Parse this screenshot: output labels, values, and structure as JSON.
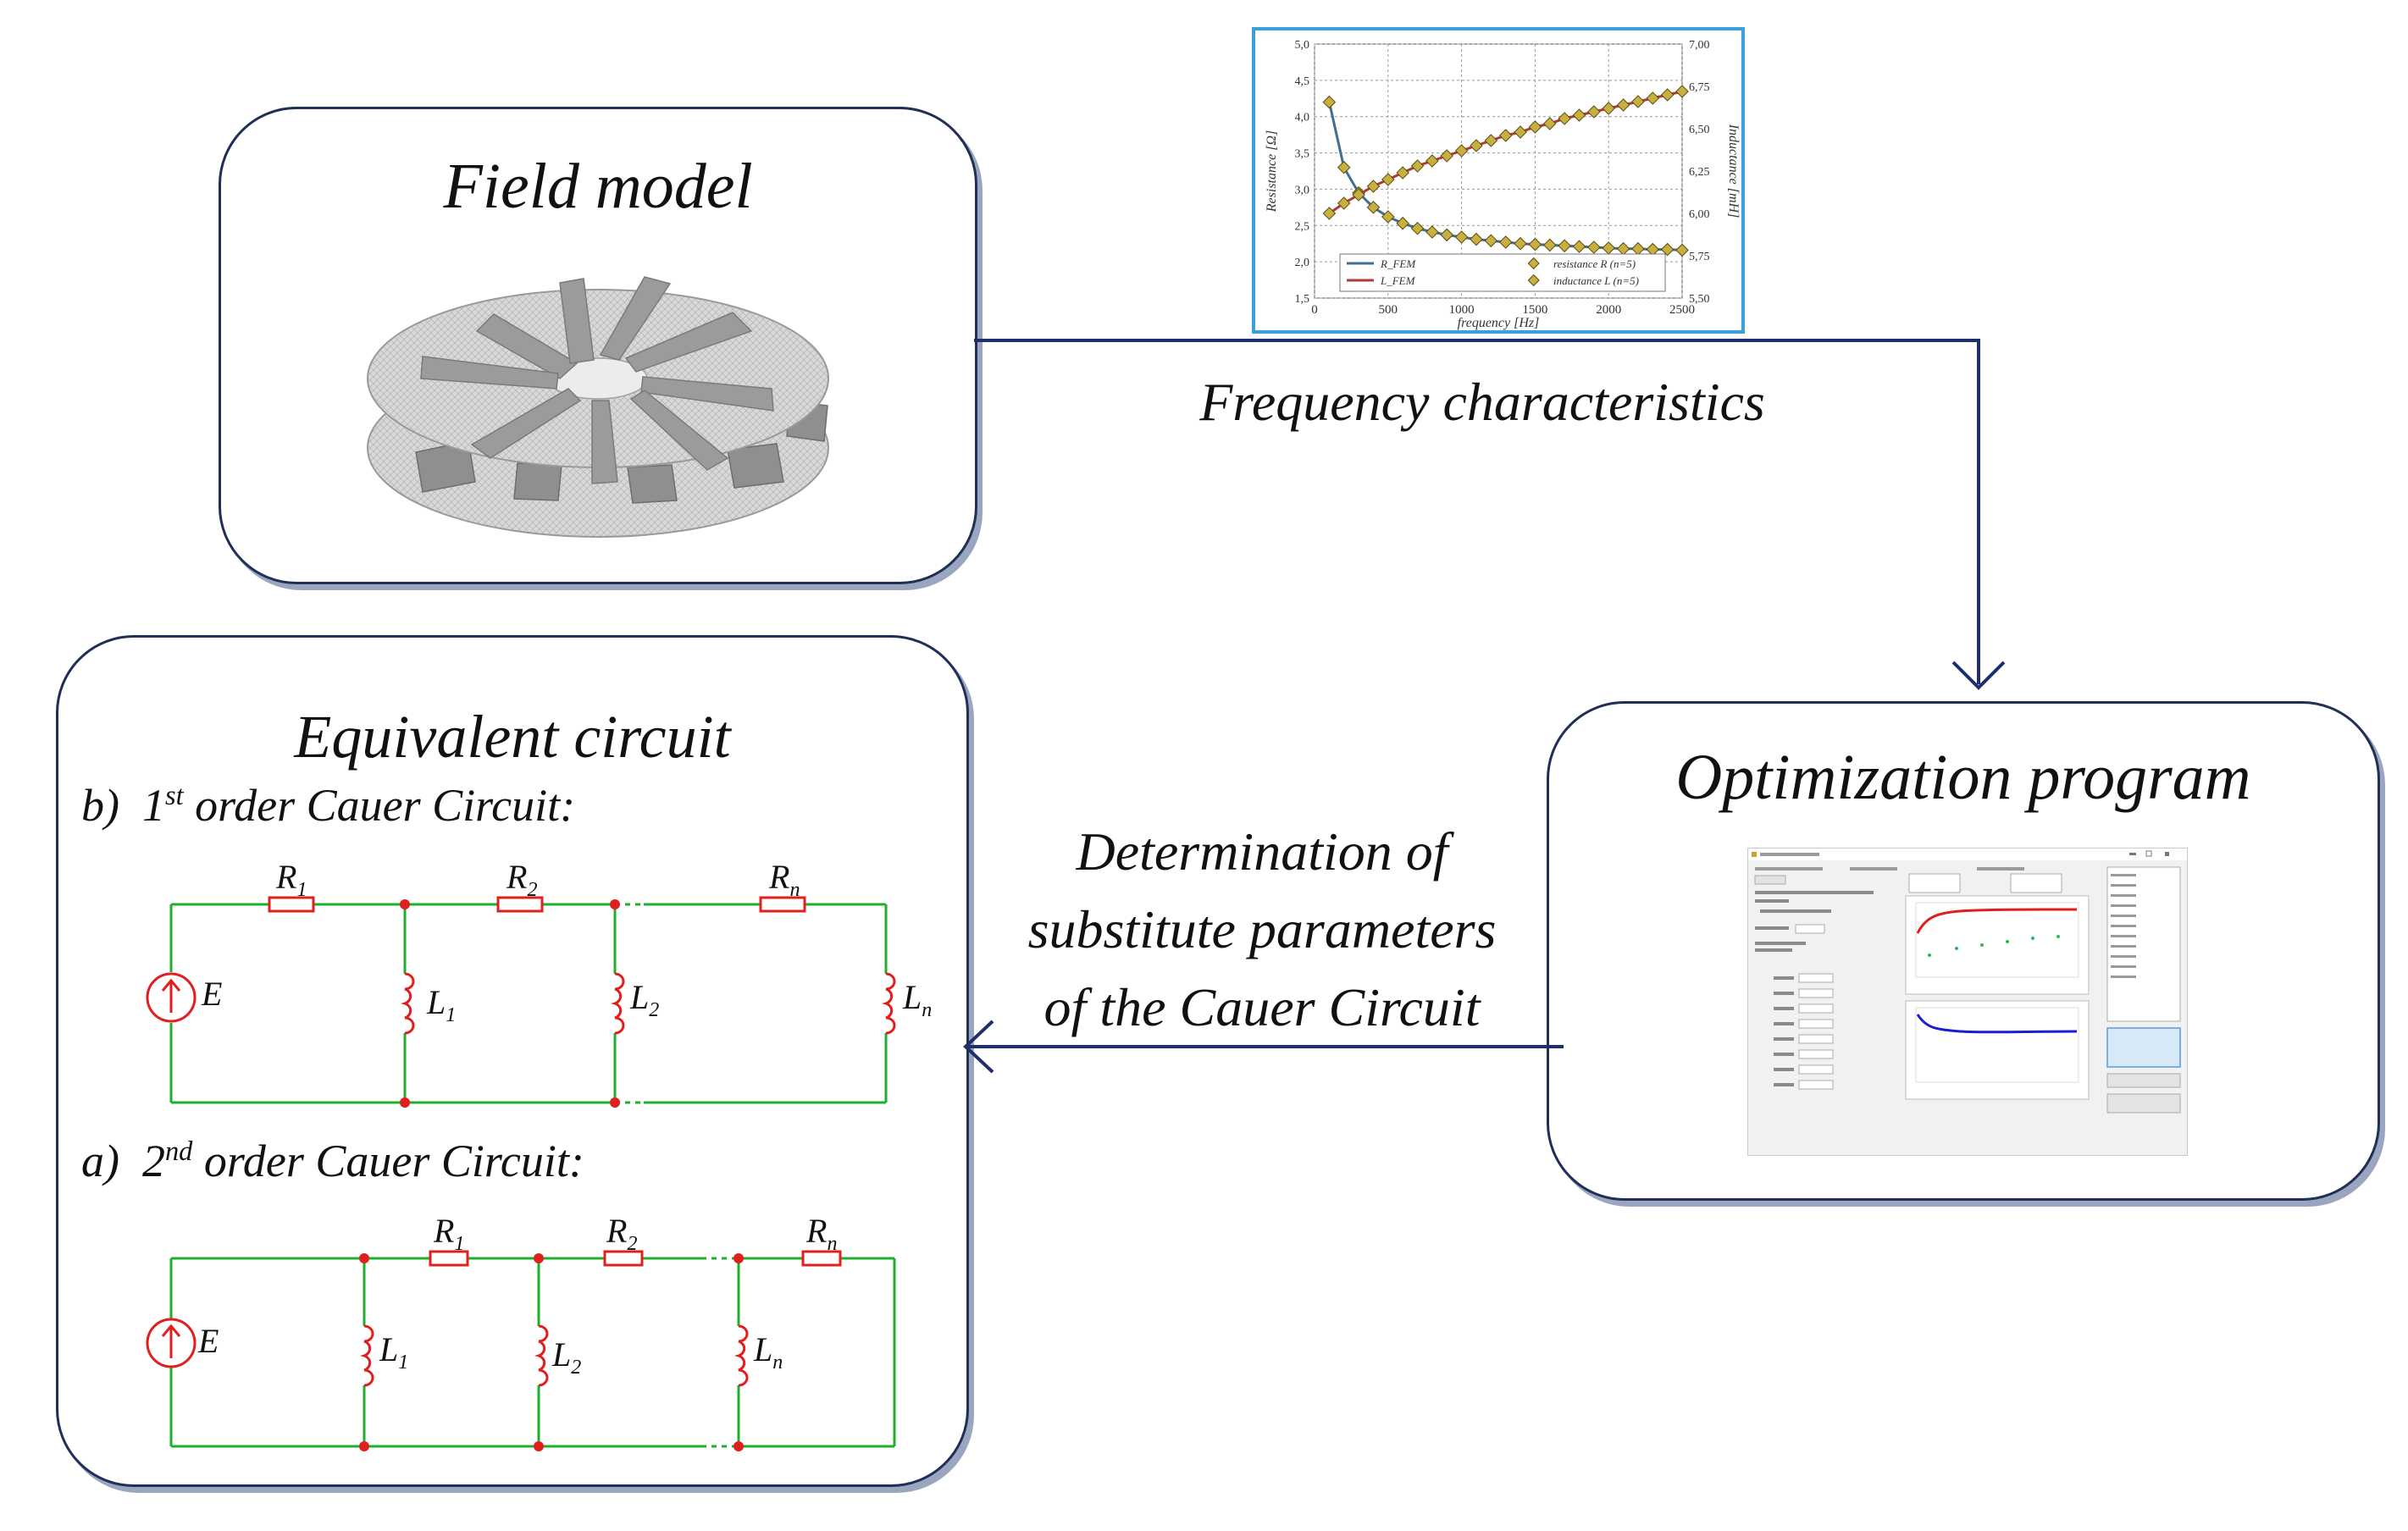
{
  "field_model": {
    "title": "Field model"
  },
  "optimization": {
    "title": "Optimization program"
  },
  "equivalent": {
    "title": "Equivalent circuit",
    "first_prefix": "b)",
    "first_order": "1",
    "first_sup": "st",
    "first_rest": " order Cauer Circuit:",
    "second_prefix": "a)",
    "second_order": "2",
    "second_sup": "nd",
    "second_rest": " order Cauer Circuit:"
  },
  "arrows": {
    "frequency_label": "Frequency characteristics",
    "determination_line1": "Determination of",
    "determination_line2": "substitute parameters",
    "determination_line3": "of the Cauer Circuit"
  },
  "circuit_labels": {
    "source": "E",
    "R": "R",
    "L": "L",
    "sub1": "1",
    "sub2": "2",
    "subn": "n"
  },
  "chart_data": {
    "type": "line",
    "xlabel": "frequency [Hz]",
    "ylabel": "Resistance [Ω]",
    "y2label": "Inductance [mH]",
    "xlim": [
      0,
      2500
    ],
    "ylim": [
      1.5,
      5.0
    ],
    "y2lim": [
      5.5,
      7.0
    ],
    "x_ticks": [
      "0",
      "500",
      "1000",
      "1500",
      "2000",
      "2500"
    ],
    "y_ticks": [
      "1,5",
      "2,0",
      "2,5",
      "3,0",
      "3,5",
      "4,0",
      "4,5",
      "5,0"
    ],
    "y2_ticks": [
      "5,50",
      "5,75",
      "6,00",
      "6,25",
      "6,50",
      "6,75",
      "7,00"
    ],
    "grid": true,
    "legend_position": "bottom",
    "x": [
      100,
      200,
      300,
      400,
      500,
      600,
      700,
      800,
      900,
      1000,
      1100,
      1200,
      1300,
      1400,
      1500,
      1600,
      1700,
      1800,
      1900,
      2000,
      2100,
      2200,
      2300,
      2400,
      2500
    ],
    "series": [
      {
        "name": "R_FEM",
        "role": "fit",
        "axis": "left",
        "color": "#3f6f93",
        "values": [
          4.2,
          3.3,
          2.95,
          2.75,
          2.62,
          2.53,
          2.46,
          2.41,
          2.37,
          2.34,
          2.31,
          2.29,
          2.27,
          2.25,
          2.24,
          2.23,
          2.22,
          2.21,
          2.2,
          2.19,
          2.18,
          2.18,
          2.17,
          2.17,
          2.16
        ]
      },
      {
        "name": "resistance R (n=5)",
        "role": "points",
        "axis": "left",
        "color": "#c8b040",
        "values": [
          4.2,
          3.3,
          2.95,
          2.75,
          2.62,
          2.53,
          2.46,
          2.41,
          2.37,
          2.34,
          2.31,
          2.29,
          2.27,
          2.25,
          2.24,
          2.23,
          2.22,
          2.21,
          2.2,
          2.19,
          2.18,
          2.18,
          2.17,
          2.17,
          2.16
        ]
      },
      {
        "name": "L_FEM",
        "role": "fit",
        "axis": "right",
        "color": "#b03a3a",
        "values": [
          6.0,
          6.06,
          6.11,
          6.16,
          6.2,
          6.24,
          6.28,
          6.31,
          6.34,
          6.37,
          6.4,
          6.43,
          6.46,
          6.48,
          6.51,
          6.53,
          6.56,
          6.58,
          6.6,
          6.62,
          6.64,
          6.66,
          6.68,
          6.7,
          6.72
        ]
      },
      {
        "name": "inductance L (n=5)",
        "role": "points",
        "axis": "right",
        "color": "#c8b040",
        "values": [
          6.0,
          6.06,
          6.11,
          6.16,
          6.2,
          6.24,
          6.28,
          6.31,
          6.34,
          6.37,
          6.4,
          6.43,
          6.46,
          6.48,
          6.51,
          6.53,
          6.56,
          6.58,
          6.6,
          6.62,
          6.64,
          6.66,
          6.68,
          6.7,
          6.72
        ]
      }
    ]
  },
  "colors": {
    "wire": "#1fae2e",
    "node": "#e01f1f",
    "component": "#e01f1f",
    "arrow": "#1f2f6b",
    "box_border": "#1f2f57",
    "chart_border": "#3aa0dc"
  }
}
